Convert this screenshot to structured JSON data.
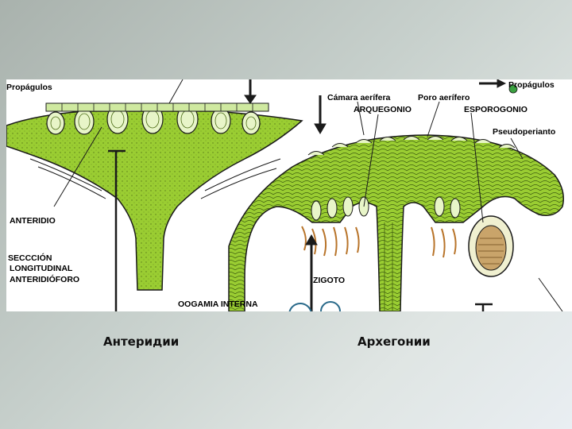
{
  "slide": {
    "labels": {
      "propagulos_left": "Propágulos",
      "anteridio": "ANTERIDIO",
      "seccion_1": "SECCCIÓN",
      "seccion_2": "LONGITUDINAL",
      "seccion_3": "ANTERIDIÓFORO",
      "zigoto": "ZIGOTO",
      "oogamia": "OOGAMIA INTERNA",
      "camara": "Cámara aerífera",
      "poro": "Poro aerífero",
      "propagulos_right": "Propágulos",
      "arquegonio": "ARQUEGONIO",
      "esporogonio": "ESPOROGONIO",
      "pseudoperianto": "Pseudoperianto"
    },
    "captions": {
      "left": "Антеридии",
      "right": "Архегонии"
    },
    "colors": {
      "tissue_green": "#9acd32",
      "outline": "#1a1a1a",
      "rhizoid_brown": "#b8742a",
      "propagule_green": "#3aa040"
    }
  }
}
